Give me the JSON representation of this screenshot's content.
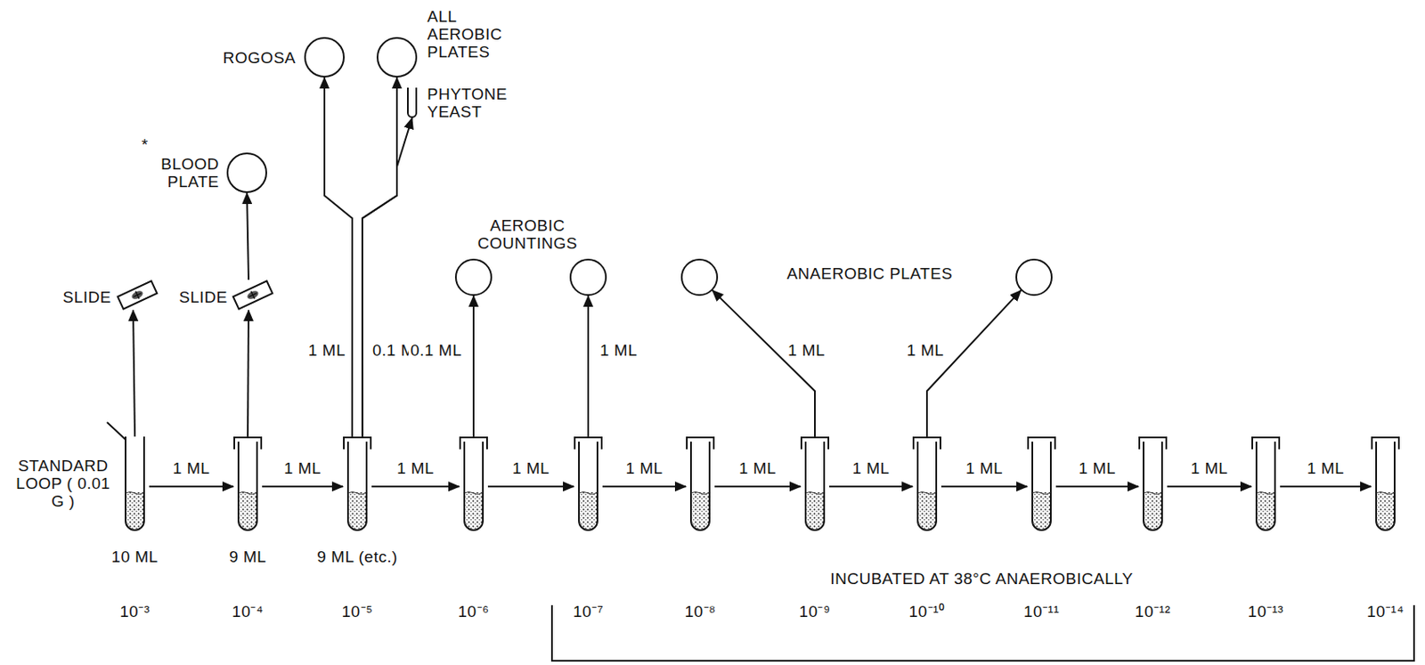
{
  "diagram": {
    "nodes": [
      {
        "text": [
          "10 ML",
          "10⁻³"
        ]
      },
      {
        "text": [
          "9 ML",
          "10⁻⁴"
        ]
      },
      {
        "text": [
          "9 ML (etc.)",
          "10⁻⁵"
        ]
      },
      {
        "text": [
          "10⁻⁶"
        ]
      },
      {
        "text": [
          "10⁻⁷"
        ]
      },
      {
        "text": [
          "10⁻⁸"
        ]
      },
      {
        "text": [
          "10⁻⁹"
        ]
      },
      {
        "text": [
          "10⁻¹⁰"
        ]
      },
      {
        "text": [
          "10⁻¹¹"
        ]
      },
      {
        "text": [
          "10⁻¹²"
        ]
      },
      {
        "text": [
          "10⁻¹³"
        ]
      },
      {
        "text": [
          "10⁻¹⁴"
        ]
      },
      {
        "text": [
          "SLIDE"
        ]
      },
      {
        "text": [
          "SLIDE"
        ]
      },
      {
        "text": [
          "BLOOD PLATE"
        ]
      },
      {
        "text": [
          "ROGOSA"
        ]
      },
      {
        "text": [
          "ALL AEROBIC PLATES"
        ]
      },
      {
        "text": [
          "PHYTONE YEAST"
        ]
      },
      {
        "text": []
      },
      {
        "text": []
      },
      {
        "text": []
      },
      {
        "text": []
      }
    ],
    "edges": [
      {
        "from": 0,
        "to": 1,
        "label": "1 ML",
        "arrow": "to"
      },
      {
        "from": 1,
        "to": 2,
        "label": "1 ML",
        "arrow": "to"
      },
      {
        "from": 2,
        "to": 3,
        "label": "1 ML",
        "arrow": "to"
      },
      {
        "from": 3,
        "to": 4,
        "label": "1 ML",
        "arrow": "to"
      },
      {
        "from": 4,
        "to": 5,
        "label": "1 ML",
        "arrow": "to"
      },
      {
        "from": 5,
        "to": 6,
        "label": "1 ML",
        "arrow": "to"
      },
      {
        "from": 6,
        "to": 7,
        "label": "1 ML",
        "arrow": "to"
      },
      {
        "from": 7,
        "to": 8,
        "label": "1 ML",
        "arrow": "to"
      },
      {
        "from": 8,
        "to": 9,
        "label": "1 ML",
        "arrow": "to"
      },
      {
        "from": 9,
        "to": 10,
        "label": "1 ML",
        "arrow": "to"
      },
      {
        "from": 10,
        "to": 11,
        "label": "1 ML",
        "arrow": "to"
      },
      {
        "from": 0,
        "to": 12,
        "arrow": "to"
      },
      {
        "from": 1,
        "to": 13,
        "arrow": "to"
      },
      {
        "from": 13,
        "to": 14,
        "arrow": "to"
      },
      {
        "from": 2,
        "to": 15,
        "label": "1 ML",
        "arrow": "to"
      },
      {
        "from": 2,
        "to": 16,
        "label": "0.1 ML",
        "arrow": "to"
      },
      {
        "from": 2,
        "to": 17,
        "arrow": "to"
      },
      {
        "from": 3,
        "to": 18,
        "label": "0.1 ML",
        "arrow": "to"
      },
      {
        "from": 4,
        "to": 19,
        "label": "1 ML",
        "arrow": "to"
      },
      {
        "from": 6,
        "to": 20,
        "label": "1 ML",
        "arrow": "to"
      },
      {
        "from": 7,
        "to": 21,
        "label": "1 ML",
        "arrow": "to"
      }
    ],
    "labels": [
      "*",
      "STANDARD LOOP ( 0.01 G )",
      "AEROBIC COUNTINGS",
      "ANAEROBIC PLATES",
      "INCUBATED AT 38°C ANAEROBICALLY"
    ]
  }
}
